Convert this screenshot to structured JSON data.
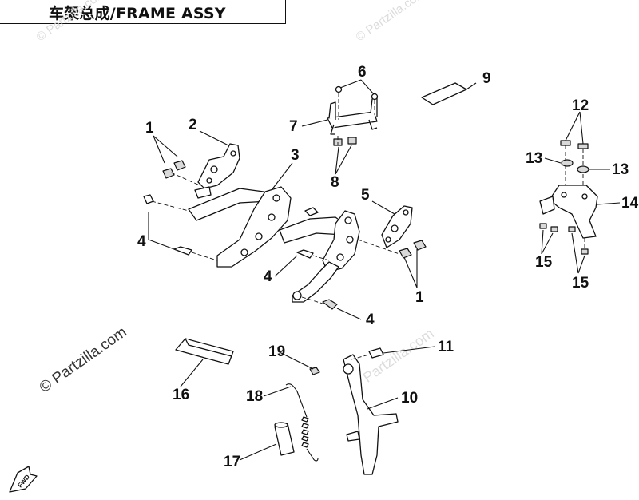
{
  "title": "车架总成/FRAME ASSY",
  "watermark": "© Partzilla.com",
  "fwd_label": "FWD",
  "callouts": [
    {
      "id": "c1a",
      "label": "1"
    },
    {
      "id": "c1b",
      "label": "1"
    },
    {
      "id": "c2",
      "label": "2"
    },
    {
      "id": "c3",
      "label": "3"
    },
    {
      "id": "c4a",
      "label": "4"
    },
    {
      "id": "c4b",
      "label": "4"
    },
    {
      "id": "c4c",
      "label": "4"
    },
    {
      "id": "c5",
      "label": "5"
    },
    {
      "id": "c6",
      "label": "6"
    },
    {
      "id": "c7",
      "label": "7"
    },
    {
      "id": "c8",
      "label": "8"
    },
    {
      "id": "c9",
      "label": "9"
    },
    {
      "id": "c10",
      "label": "10"
    },
    {
      "id": "c11",
      "label": "11"
    },
    {
      "id": "c12",
      "label": "12"
    },
    {
      "id": "c13a",
      "label": "13"
    },
    {
      "id": "c13b",
      "label": "13"
    },
    {
      "id": "c14",
      "label": "14"
    },
    {
      "id": "c15a",
      "label": "15"
    },
    {
      "id": "c15b",
      "label": "15"
    },
    {
      "id": "c16",
      "label": "16"
    },
    {
      "id": "c17",
      "label": "17"
    },
    {
      "id": "c18",
      "label": "18"
    },
    {
      "id": "c19",
      "label": "19"
    }
  ]
}
